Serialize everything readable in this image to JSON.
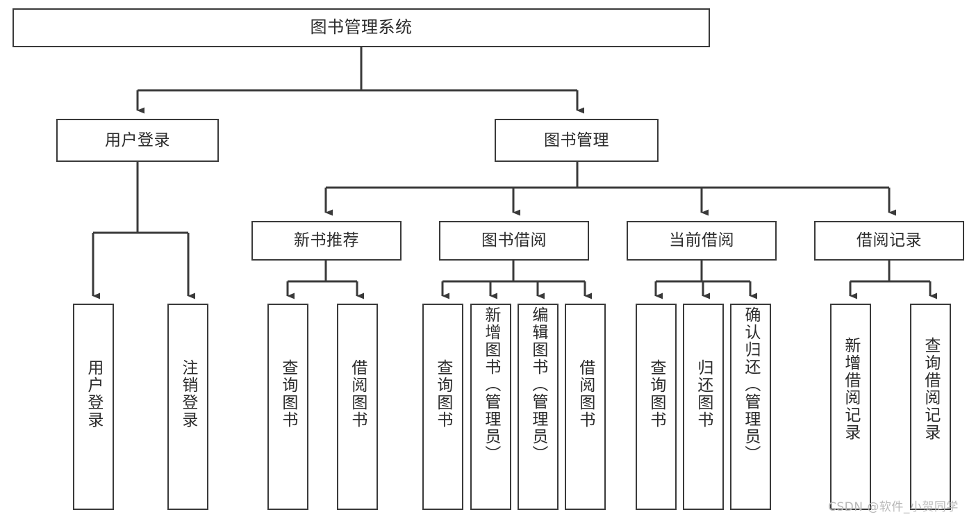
{
  "diagram": {
    "title": "图书管理系统",
    "type": "hierarchy-tree",
    "watermark": "CSDN @软件_小贺同学",
    "colors": {
      "stroke": "#3a3a3a",
      "text": "#2b2b2b",
      "background": "#ffffff",
      "watermark": "#b9b9b9"
    },
    "levels": {
      "root": {
        "label": "图书管理系统"
      },
      "level2": [
        {
          "id": "user-login",
          "label": "用户登录"
        },
        {
          "id": "book-manage",
          "label": "图书管理"
        }
      ],
      "level3": [
        {
          "id": "new-book-rec",
          "label": "新书推荐"
        },
        {
          "id": "book-borrow",
          "label": "图书借阅"
        },
        {
          "id": "current-borrow",
          "label": "当前借阅"
        },
        {
          "id": "borrow-record",
          "label": "借阅记录"
        }
      ],
      "leaves": {
        "user_login": [
          {
            "id": "leaf-user-login",
            "label": "用户登录"
          },
          {
            "id": "leaf-logout",
            "label": "注销登录"
          }
        ],
        "new_book_rec": [
          {
            "id": "leaf-query-book-1",
            "label": "查询图书"
          },
          {
            "id": "leaf-borrow-book-1",
            "label": "借阅图书"
          }
        ],
        "book_borrow": [
          {
            "id": "leaf-query-book-2",
            "label": "查询图书"
          },
          {
            "id": "leaf-add-book",
            "label": "新增图书（管理员）"
          },
          {
            "id": "leaf-edit-book",
            "label": "编辑图书（管理员）"
          },
          {
            "id": "leaf-borrow-book-2",
            "label": "借阅图书"
          }
        ],
        "current_borrow": [
          {
            "id": "leaf-query-book-3",
            "label": "查询图书"
          },
          {
            "id": "leaf-return-book",
            "label": "归还图书"
          },
          {
            "id": "leaf-confirm-return",
            "label": "确认归还（管理员）"
          }
        ],
        "borrow_record": [
          {
            "id": "leaf-add-record",
            "label": "新增借阅记录"
          },
          {
            "id": "leaf-query-record",
            "label": "查询借阅记录"
          }
        ]
      }
    }
  }
}
